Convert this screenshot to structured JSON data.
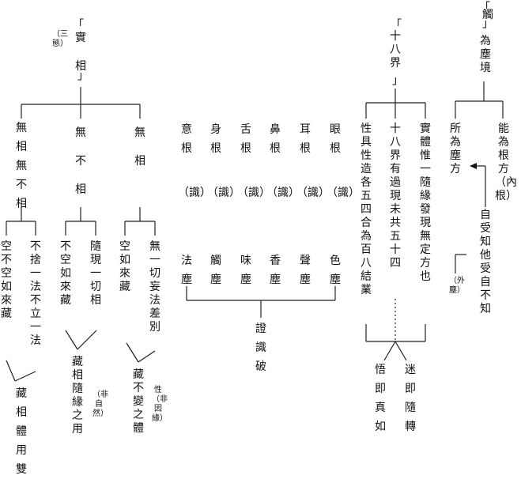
{
  "top_right": {
    "title": "觸",
    "subtitle": "為塵境",
    "left": "所為塵方",
    "right": "能為根方（內根）",
    "mid": "自受知他受自不知",
    "mid_note": "（外塵）"
  },
  "eighteen": {
    "title": "十八界",
    "branch_a": "性具性造各五四合為百八結業",
    "branch_b": "十八界有過現未共五十四",
    "branch_c": "實體惟一隨緣發現無定方也",
    "bottom_left": "悟即真如",
    "bottom_right": "迷即隨轉"
  },
  "senses": {
    "roots": [
      "眼根",
      "耳根",
      "鼻根",
      "舌根",
      "身根",
      "意根"
    ],
    "consciousness": [
      "（識）",
      "（識）",
      "（識）",
      "（識）",
      "（識）",
      "（識）"
    ],
    "dusts": [
      "色塵",
      "聲塵",
      "香塵",
      "味塵",
      "觸塵",
      "法塵"
    ],
    "bottom": "證識破"
  },
  "real": {
    "title": "實相",
    "note": "（三態）",
    "col1_top": "無相",
    "col1_left": "空如來藏",
    "col1_right": "無一切妄法差別",
    "col1_bottom": "藏不變之體",
    "col1_note": "性（非因緣）",
    "col2_top": "無不相",
    "col2_left": "不空如來藏",
    "col2_right": "隨現一切相",
    "col2_bottom": "藏相隨緣之用",
    "col2_note": "（非自然）",
    "col3_top": "無相無不相",
    "col3_left": "空不空如來藏",
    "col3_right": "不捨一法不立一法",
    "col3_bottom": "藏相體用雙彰"
  }
}
